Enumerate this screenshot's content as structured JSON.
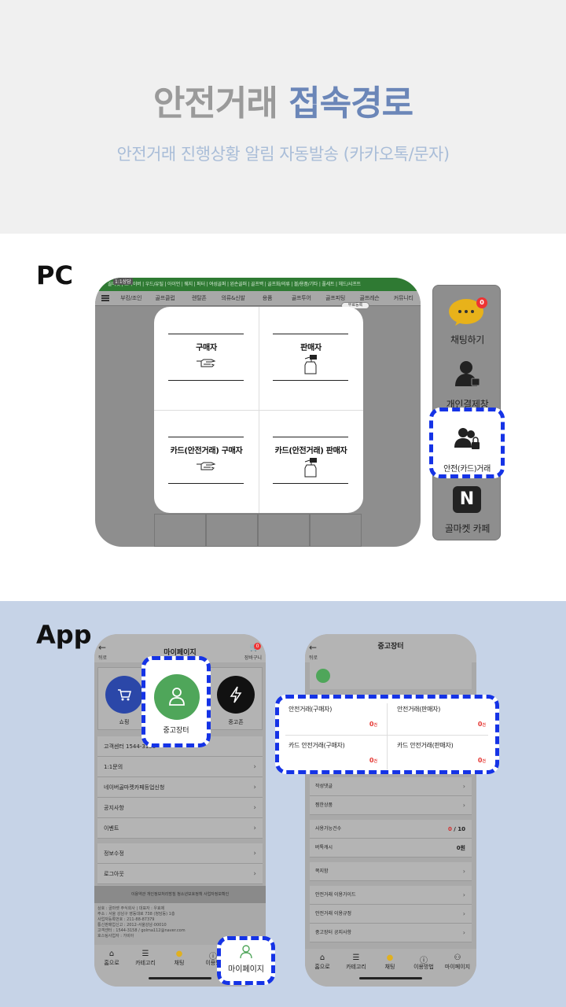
{
  "header": {
    "title_gray": "안전거래",
    "title_blue": "접속경로",
    "subtitle": "안전거래 진행상황 알림 자동발송 (카카오톡/문자)"
  },
  "pc": {
    "label": "PC",
    "green_bar_links": "골마켓 | 드라이버 | 우드/유틸 | 아이언 | 웨지 | 퍼터 | 여성골퍼 | 왼손골퍼 | 골프백 | 골프화/의류 | 볼/용품/기타 | 풀세트 | 헤드/샤프트",
    "nav_items": [
      "부킹/조인",
      "골프클럽",
      "렌탈존",
      "의류&신발",
      "용품",
      "골프투어",
      "골프피팅",
      "골프레슨",
      "커뮤니티"
    ],
    "sticker": "1:1상담",
    "badge": "무료등록",
    "modal": {
      "buyer": "구매자",
      "seller": "판매자",
      "card_buyer": "카드(안전거래) 구매자",
      "card_seller": "카드(안전거래) 판매자"
    },
    "side_panel": {
      "chat_badge": "0",
      "chat": "채팅하기",
      "personal": "개인결제창",
      "safe_card": "안전(카드)거래",
      "cafe": "골마켓 카페",
      "n_logo": "N"
    }
  },
  "app": {
    "label": "App",
    "phone1": {
      "back_label": "뒤로",
      "title": "마이페이지",
      "cart_label": "장바구니",
      "cart_badge": "0",
      "icons": [
        "쇼핑",
        "중고장터",
        "중고존"
      ],
      "customer_center": "고객센터 1544-3158",
      "menu": [
        "1:1문의",
        "네이버골마켓카페등업신청",
        "공지사항",
        "이벤트"
      ],
      "menu2": [
        "정보수정",
        "로그아웃"
      ],
      "footer_links": "이용약관  개인정보처리방침  청소년보호정책  사업자정보확인",
      "footer_lines": [
        "상호 : 골마켓 주식회사 | 대표자 : 우효제",
        "주소 : 서울 강남구 영동대로 738 (청담동) 1층",
        "사업자등록번호 : 211-88-87379",
        "통신판매업신고 : 2012-서울강남-00010",
        "고객센터 : 1544-3158 / golma112@naver.com",
        "호스팅사업자 : 가비아"
      ],
      "tabs": [
        "홈으로",
        "카테고리",
        "채팅",
        "이용방",
        "마이페이지"
      ]
    },
    "phone2": {
      "back_label": "뒤로",
      "title": "중고장터",
      "table": [
        {
          "label": "안전거래(구매자)",
          "value": "0",
          "unit": "건"
        },
        {
          "label": "안전거래(판매자)",
          "value": "0",
          "unit": "건"
        },
        {
          "label": "카드 안전거래(구매자)",
          "value": "0",
          "unit": "건"
        },
        {
          "label": "카드 안전거래(판매자)",
          "value": "0",
          "unit": "건"
        }
      ],
      "list1": [
        "작성댓글",
        "찜한상품"
      ],
      "usable_count_label": "사용가능건수",
      "usable_count_used": "0",
      "usable_count_total": "/ 10",
      "deposit_label": "버톡캐시",
      "deposit_value": "0원",
      "list2": [
        "쪽지함"
      ],
      "list3": [
        "안전거래 이용가이드",
        "안전거래 이용규정",
        "중고장터 공지사항"
      ],
      "tabs": [
        "홈으로",
        "카테고리",
        "채팅",
        "이용방법",
        "마이페이지"
      ]
    }
  }
}
